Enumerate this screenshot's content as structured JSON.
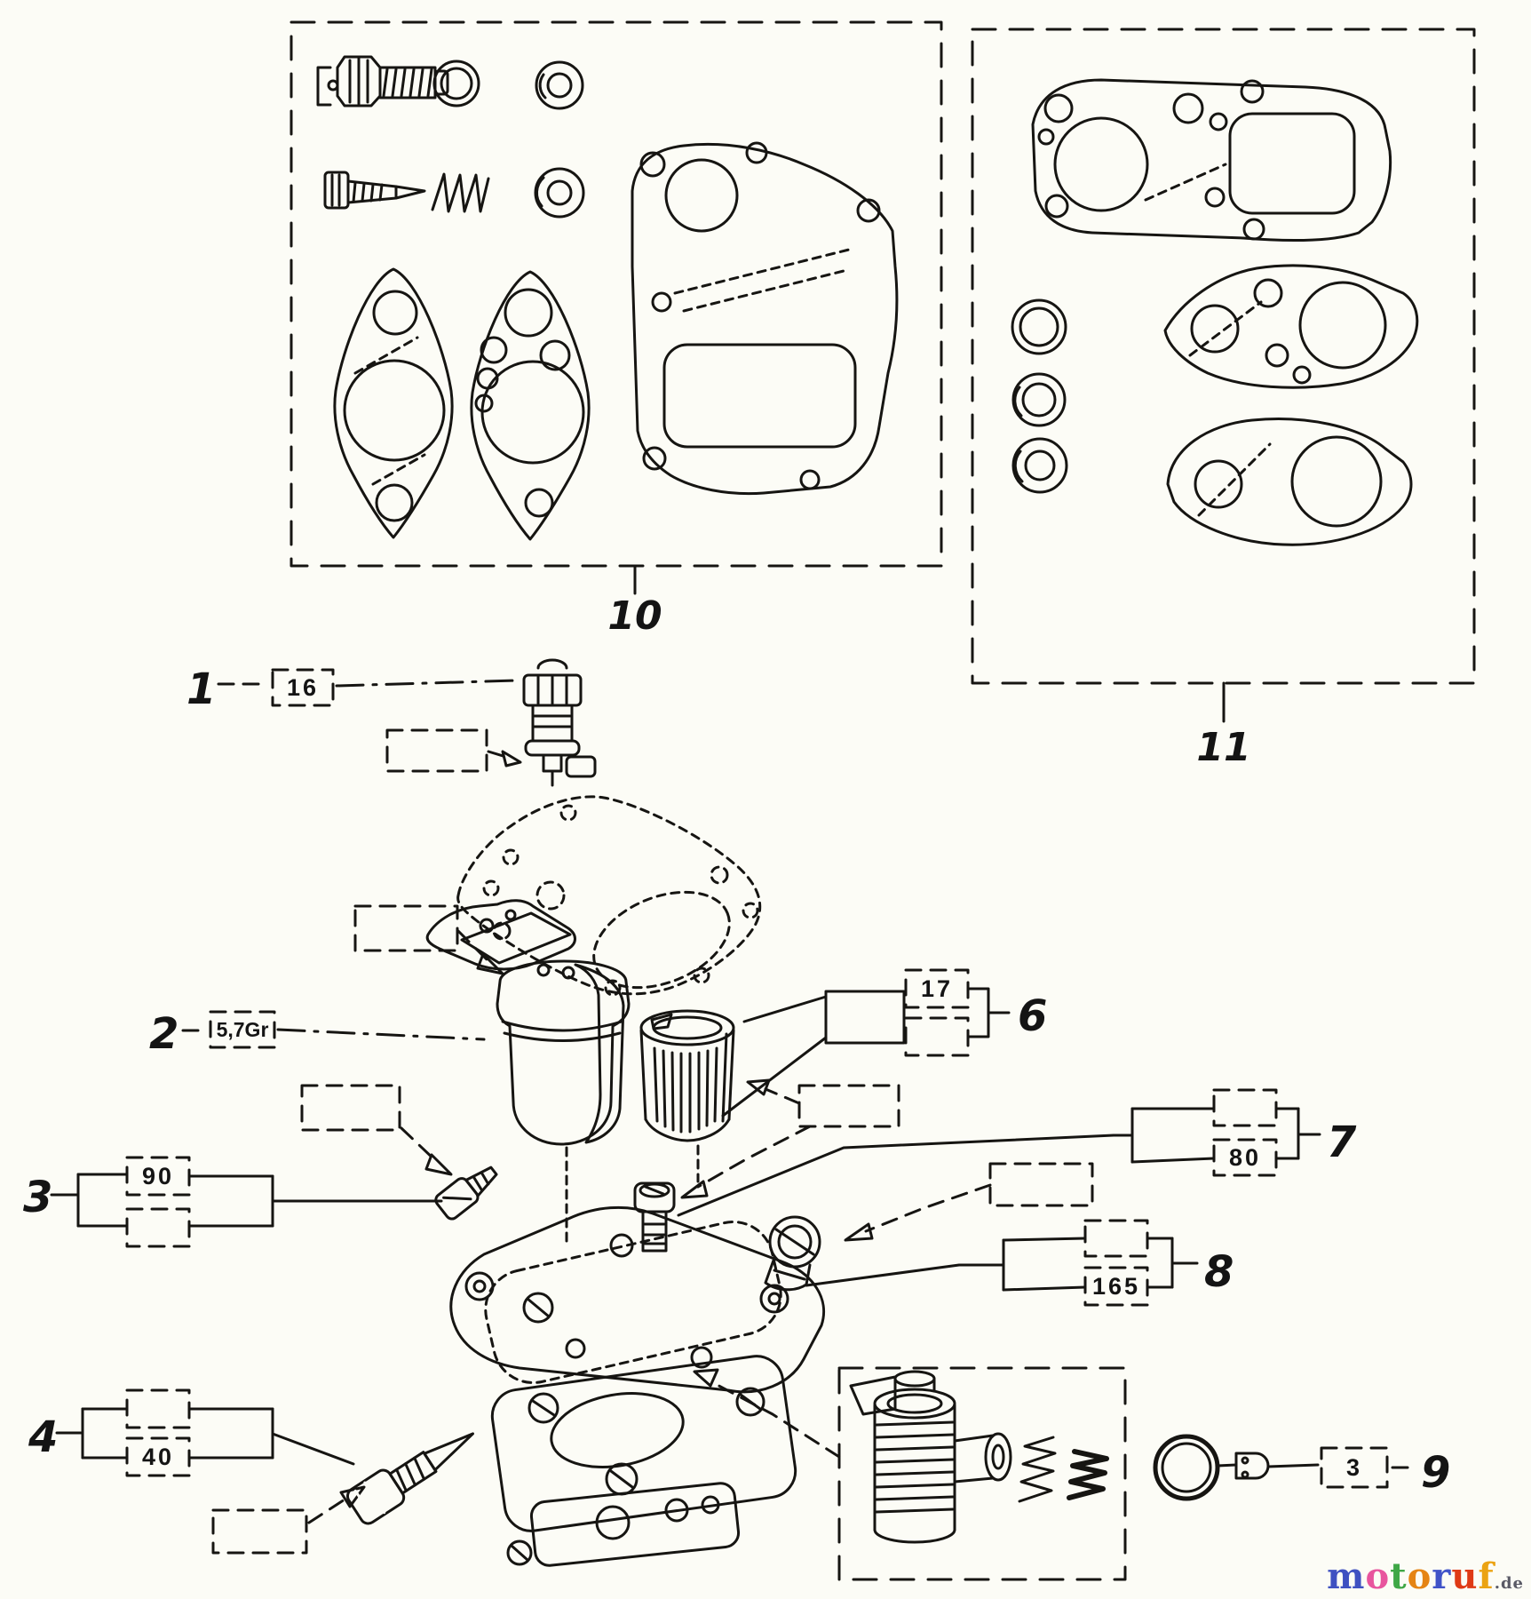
{
  "kits": {
    "kit10_label": "10",
    "kit11_label": "11"
  },
  "callouts": {
    "c1": {
      "number": "1",
      "part_no": "16"
    },
    "c2": {
      "number": "2",
      "part_no": "5,7Gr"
    },
    "c3": {
      "number": "3",
      "part_no": "90"
    },
    "c4": {
      "number": "4",
      "part_no": "40"
    },
    "c6": {
      "number": "6",
      "part_no": "17"
    },
    "c7": {
      "number": "7",
      "part_no": "80"
    },
    "c8": {
      "number": "8",
      "part_no": "165"
    },
    "c9": {
      "number": "9",
      "part_no": "3"
    }
  },
  "colors": {
    "line": "#161512",
    "background": "#fcfcf6"
  },
  "watermark": {
    "letters": [
      {
        "char": "m",
        "style": "color:#3f51c1"
      },
      {
        "char": "o",
        "style": "color:#e8559e"
      },
      {
        "char": "t",
        "style": "color:#3ea746"
      },
      {
        "char": "o",
        "style": "color:#e58414"
      },
      {
        "char": "r",
        "style": "color:#4053c8"
      },
      {
        "char": "u",
        "style": "color:#df3a16"
      },
      {
        "char": "f",
        "style": "color:#eba313"
      }
    ],
    "suffix": {
      "char": ".de",
      "style": "color:#5a5a66"
    }
  }
}
